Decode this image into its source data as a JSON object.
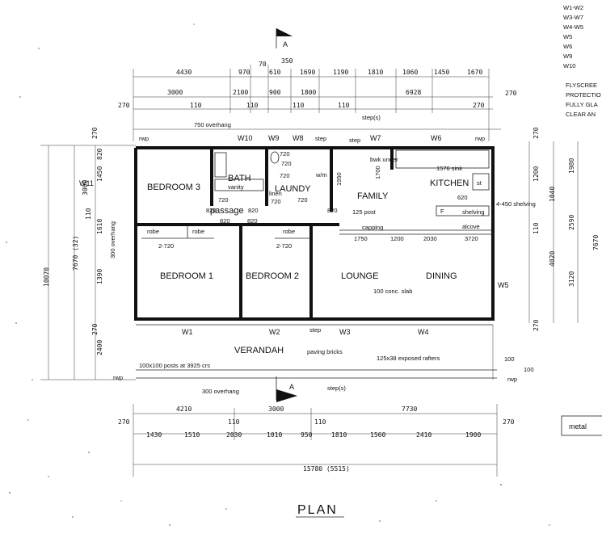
{
  "title": "PLAN",
  "section_marker": "A",
  "rooms": {
    "bedroom3": "BEDROOM 3",
    "bedroom1": "BEDROOM 1",
    "bedroom2": "BEDROOM 2",
    "bath": "BATH",
    "vanity": "vanity",
    "passage": "passage",
    "laundry": "LAUNDY",
    "family": "FAMILY",
    "kitchen": "KITCHEN",
    "lounge": "LOUNGE",
    "dining": "DINING",
    "verandah": "VERANDAH"
  },
  "windows": [
    "W10",
    "W9",
    "W8",
    "W7",
    "W6",
    "W11",
    "W5",
    "W1",
    "W2",
    "W3",
    "W4"
  ],
  "notes": {
    "overhang_top": "750 overhang",
    "overhang_bottom": "300 overhang",
    "overhang_left": "300 overhang",
    "slab": "100 conc. slab",
    "paving": "paving bricks",
    "rafters": "125x38 exposed rafters",
    "posts": "100x100 posts at 3925 crs",
    "post": "125 post",
    "capping": "capping",
    "sink": "1576 sink",
    "bwk_under": "bwk under",
    "shelving": "shelving",
    "shelving_450": "4-450 shelving",
    "alcove": "alcove",
    "robe": "robe",
    "step": "step",
    "steps": "step(s)",
    "rwp": "rwp",
    "st": "st",
    "linen": "linen",
    "wm": "w/m",
    "f": "F",
    "metal": "metal"
  },
  "legend": [
    "W1-W2",
    "W3-W7",
    "W4-W5",
    "W5",
    "W6",
    "W9",
    "W10"
  ],
  "legend_notes": [
    "FLYSCREE",
    "PROTECTIO",
    "FULLY GLA",
    "CLEAR AN"
  ],
  "dims_top_row1": [
    "4430",
    "970",
    "610",
    "1690",
    "1190",
    "1810",
    "1060",
    "1450",
    "1670"
  ],
  "dims_top_row2": [
    "3000",
    "2100",
    "900",
    "1800",
    "6928"
  ],
  "dims_top_row2_sub": [
    "270",
    "110",
    "110",
    "110",
    "110",
    "270",
    "270"
  ],
  "dims_top_small": [
    "70",
    "350"
  ],
  "dims_bottom_row1": [
    "4210",
    "3000",
    "7730"
  ],
  "dims_bottom_row1_sub": [
    "270",
    "110",
    "110",
    "270"
  ],
  "dims_bottom_row2": [
    "1430",
    "1510",
    "2030",
    "1010",
    "950",
    "1810",
    "1560",
    "2410",
    "1900"
  ],
  "dims_total": "15780 (5515)",
  "dims_left": [
    "270",
    "3000",
    "110",
    "1450",
    "820",
    "1610",
    "1390",
    "270",
    "2400",
    "7670 (32)",
    "10070"
  ],
  "dims_right": [
    "270",
    "1200",
    "1980",
    "1040",
    "2590",
    "110",
    "4020",
    "3120",
    "7670",
    "270"
  ],
  "door_widths": [
    "720",
    "720",
    "720",
    "720",
    "820",
    "820",
    "820",
    "820",
    "820",
    "720",
    "620",
    "720"
  ],
  "interior_dims": [
    "2-720",
    "2-720",
    "1750",
    "1200",
    "2030",
    "3720",
    "1950",
    "1700",
    "100",
    "100"
  ]
}
